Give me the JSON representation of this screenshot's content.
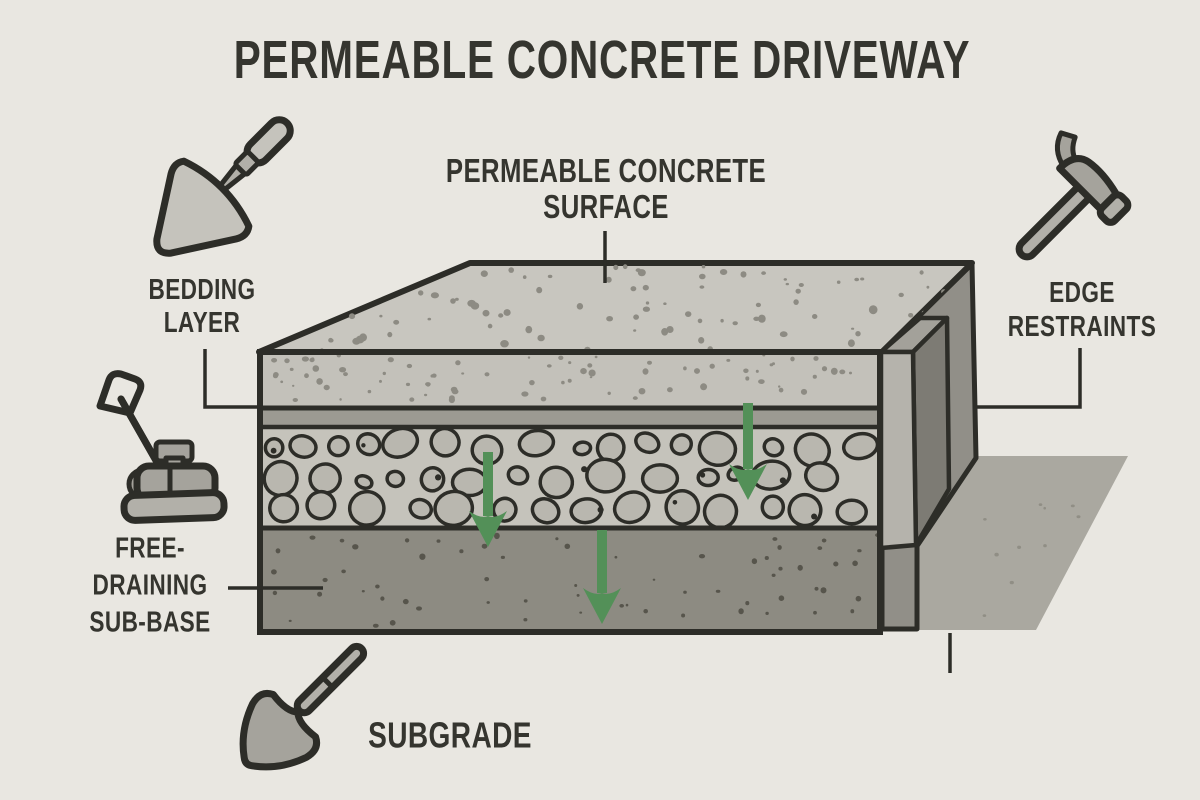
{
  "title": "PERMEABLE CONCRETE DRIVEWAY",
  "labels": {
    "surface": "PERMEABLE CONCRETE\nSURFACE",
    "bedding": "BEDDING\nLAYER",
    "edge_restraints": "EDGE\nRESTRAINTS",
    "sub_base": "FREE-\nDRAINING\nSUB-BASE",
    "subgrade": "SUBGRADE"
  },
  "icons": {
    "top_left": "trowel-icon",
    "mid_left": "plate-compactor-icon",
    "bottom_left": "shovel-icon",
    "top_right": "hammer-icon"
  },
  "diagram": {
    "type": "cross-section",
    "layers_front_to_back": [
      "permeable concrete surface (speckled)",
      "bedding layer (thin plain band)",
      "free-draining aggregate stones",
      "sub-base (dark speckled)"
    ],
    "arrow_count": 3,
    "arrow_direction": "down"
  },
  "colors": {
    "background": "#e9e7e1",
    "ink": "#2d2d28",
    "text": "#35352f",
    "top_face": "#c8c6bf",
    "surface_layer": "#c3c1ba",
    "surface_speckle": "#8d8b83",
    "bedding_layer": "#9c9a92",
    "stones_background": "#c5c3bb",
    "stone_fill": "#b9b7af",
    "sub_base_layer": "#8d8b82",
    "sub_base_speckle": "#57554c",
    "right_face": "#918f88",
    "edge_restraint_front": "#b5b3ac",
    "edge_restraint_side": "#7d7b74",
    "edge_restraint_top": "#a3a19a",
    "shadow": "#aaa8a0",
    "shadow_speckle": "#908e85",
    "arrow_green": "#539058",
    "tool_fill_light": "#c5c3bc",
    "tool_fill_mid": "#b2b0a9",
    "tool_fill_dark": "#a5a39c"
  }
}
